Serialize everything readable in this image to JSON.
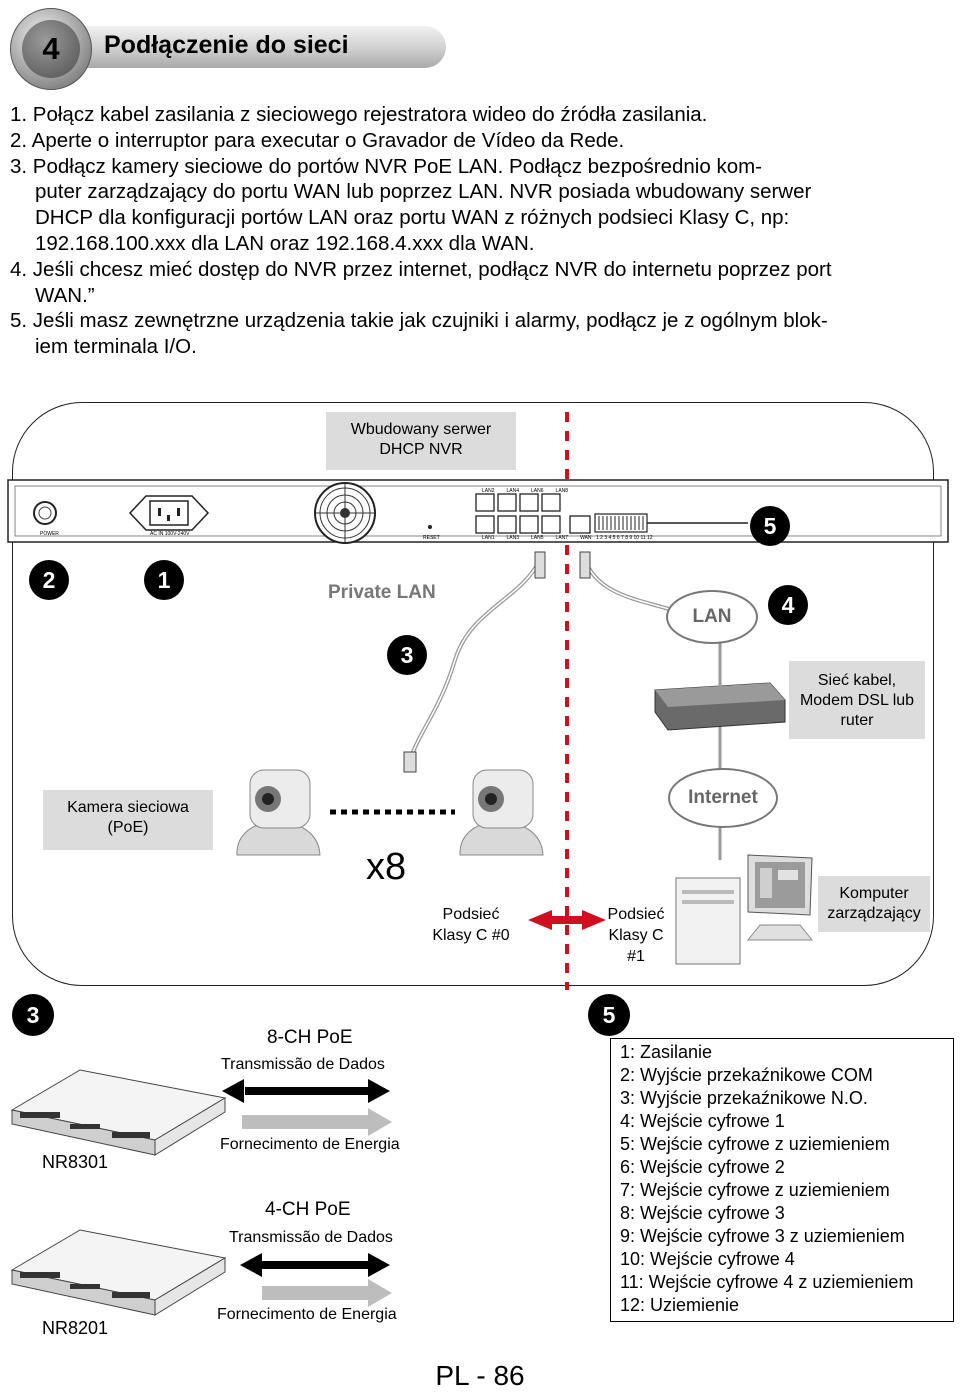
{
  "header": {
    "number": "4",
    "title": "Podłączenie do sieci"
  },
  "steps": [
    {
      "text": "1. Połącz kabel zasilania z sieciowego rejestratora wideo do źródła zasilania."
    },
    {
      "text": "2. Aperte o interruptor para executar o Gravador de Vídeo da Rede."
    },
    {
      "text": "3. Podłącz kamery sieciowe do portów NVR PoE LAN. Podłącz bezpośrednio kom-"
    },
    {
      "text": "puter zarządzający do portu WAN lub poprzez LAN. NVR posiada wbudowany serwer"
    },
    {
      "text": "DHCP dla konfiguracji portów LAN oraz portu WAN z różnych podsieci Klasy C, np:"
    },
    {
      "text": "192.168.100.xxx dla LAN oraz 192.168.4.xxx dla WAN."
    },
    {
      "text": "4. Jeśli chcesz mieć dostęp do NVR przez internet, podłącz NVR do internetu poprzez port"
    },
    {
      "text": "WAN.”"
    },
    {
      "text": "5. Jeśli masz zewnętrzne urządzenia takie jak czujniki i alarmy, podłącz je z ogólnym blok-"
    },
    {
      "text": "iem terminala I/O."
    }
  ],
  "diagram": {
    "dhcp_label_1": "Wbudowany serwer",
    "dhcp_label_2": "DHCP NVR",
    "panel_power": "POWER",
    "panel_ac": "AC IN 100V-240V",
    "panel_reset": "RESET",
    "port_labels_top": [
      "LAN2",
      "LAN4",
      "LAN6",
      "LAN8"
    ],
    "port_labels_bottom": [
      "LAN1",
      "LAN3",
      "LAN5",
      "LAN7",
      "WAN"
    ],
    "terminal_numbers": "1 2 3 4 5 6 7 8 9 10 11 12",
    "badges": [
      "2",
      "1",
      "3",
      "4",
      "5"
    ],
    "private_lan": "Private LAN",
    "lan_cloud": "LAN",
    "internet_cloud": "Internet",
    "modem_label": [
      "Sieć kabel,",
      "Modem DSL lub",
      "ruter"
    ],
    "camera_label": [
      "Kamera sieciowa",
      "(PoE)"
    ],
    "x8": "x8",
    "subnet0": [
      "Podsieć",
      "Klasy C #0"
    ],
    "subnet1": [
      "Podsieć",
      "Klasy C",
      "#1"
    ],
    "computer_label": [
      "Komputer",
      "zarządzający"
    ]
  },
  "poe": {
    "badge": "3",
    "ch8_title": "8-CH PoE",
    "ch8_data": "Transmissão de Dados",
    "ch8_power": "Fornecimento de Energia",
    "model1": "NR8301",
    "ch4_title": "4-CH PoE",
    "ch4_data": "Transmissão de Dados",
    "ch4_power": "Fornecimento de Energia",
    "model2": "NR8201"
  },
  "terminal": {
    "badge": "5",
    "items": [
      "1: Zasilanie",
      "2: Wyjście przekaźnikowe COM",
      "3: Wyjście przekaźnikowe N.O.",
      "4: Wejście cyfrowe 1",
      "5: Wejście cyfrowe z uziemieniem",
      "6: Wejście cyfrowe 2",
      "7: Wejście cyfrowe z uziemieniem",
      "8: Wejście cyfrowe 3",
      "9: Wejście cyfrowe 3 z uziemieniem",
      "10: Wejście cyfrowe 4",
      "11: Wejście cyfrowe 4 z uziemieniem",
      "12: Uziemienie"
    ]
  },
  "footer": {
    "page": "PL - 86"
  },
  "colors": {
    "accent_red": "#d01020",
    "box_grey": "#dcdcdc"
  }
}
